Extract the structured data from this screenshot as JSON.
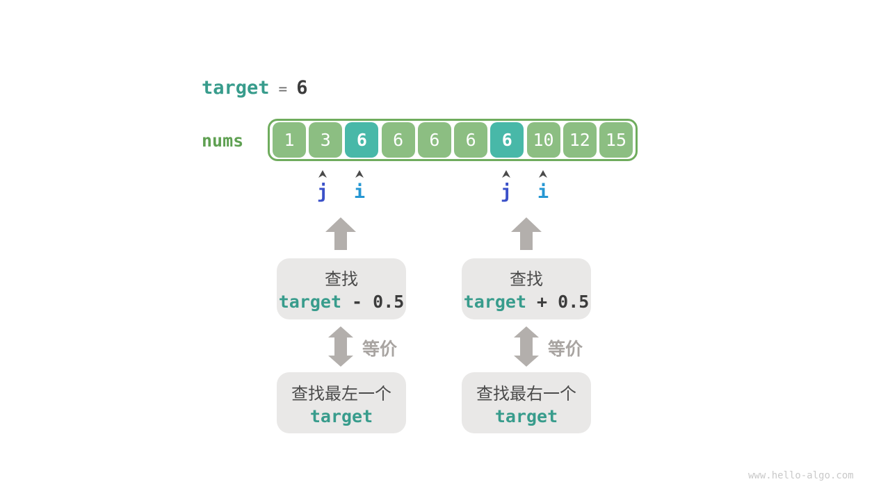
{
  "colors": {
    "cell_green": "#8CBE82",
    "cell_teal": "#48B8A8",
    "array_border_green": "#6FAC5D",
    "nums_label_green": "#5FA052",
    "code_teal": "#389C8C",
    "code_dark": "#3C3C3C",
    "pointer_j_blue": "#3A50C8",
    "pointer_i_blue": "#2697D3",
    "box_gray": "#E9E8E7",
    "arrow_gray": "#B3AFAC",
    "caret_gray": "#4A4A4A"
  },
  "header": {
    "target_label": "target",
    "equals": "=",
    "target_value": "6"
  },
  "array": {
    "label": "nums",
    "cells": [
      {
        "value": "1",
        "style": "normal"
      },
      {
        "value": "3",
        "style": "normal"
      },
      {
        "value": "6",
        "style": "highlight"
      },
      {
        "value": "6",
        "style": "normal"
      },
      {
        "value": "6",
        "style": "normal"
      },
      {
        "value": "6",
        "style": "normal"
      },
      {
        "value": "6",
        "style": "highlight"
      },
      {
        "value": "10",
        "style": "normal"
      },
      {
        "value": "12",
        "style": "normal"
      },
      {
        "value": "15",
        "style": "normal"
      }
    ]
  },
  "pointer_labels": {
    "j": "j",
    "i": "i"
  },
  "left_flow": {
    "search_title": "查找",
    "expr_target": "target",
    "expr_rest": " - 0.5",
    "equivalence_label": "等价",
    "result_title": "查找最左一个",
    "result_code": "target"
  },
  "right_flow": {
    "search_title": "查找",
    "expr_target": "target",
    "expr_rest": " + 0.5",
    "equivalence_label": "等价",
    "result_title": "查找最右一个",
    "result_code": "target"
  },
  "watermark": "www.hello-algo.com"
}
